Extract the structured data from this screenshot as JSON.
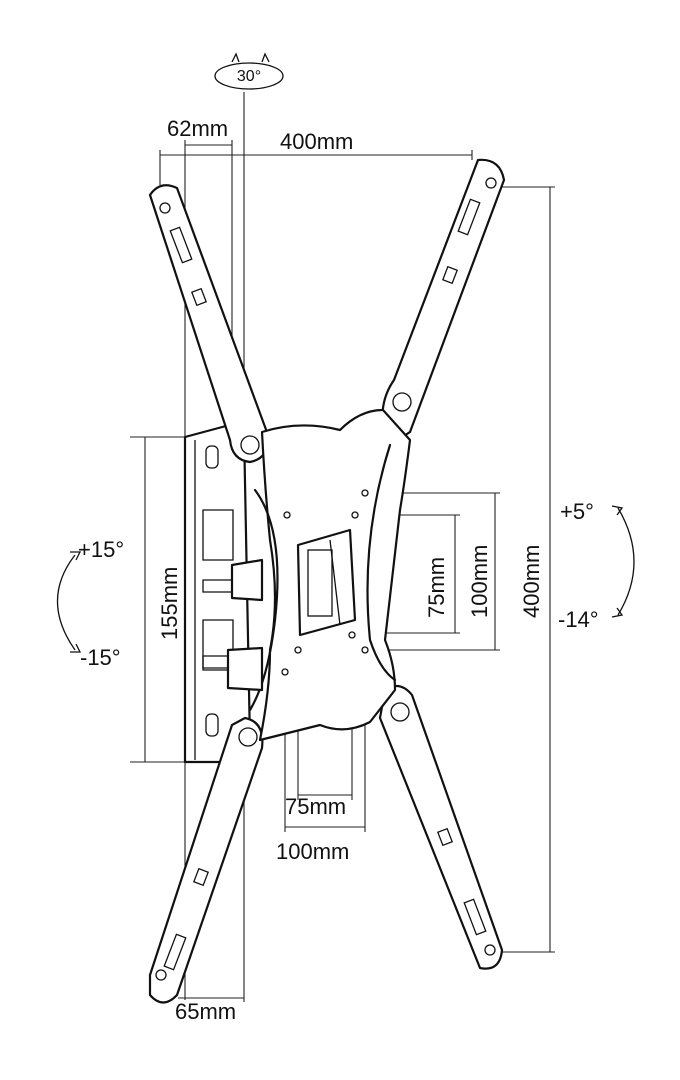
{
  "diagram": {
    "rotation_top": "30°",
    "dim_top_width": "400mm",
    "dim_top_offset": "62mm",
    "dim_bottom_offset": "65mm",
    "dim_right_height": "400mm",
    "dim_inner_100v": "100mm",
    "dim_inner_75v": "75mm",
    "dim_inner_75h": "75mm",
    "dim_inner_100h": "100mm",
    "dim_wallplate": "155mm",
    "swivel_up": "+15°",
    "swivel_down": "-15°",
    "tilt_up": "+5°",
    "tilt_down": "-14°"
  }
}
